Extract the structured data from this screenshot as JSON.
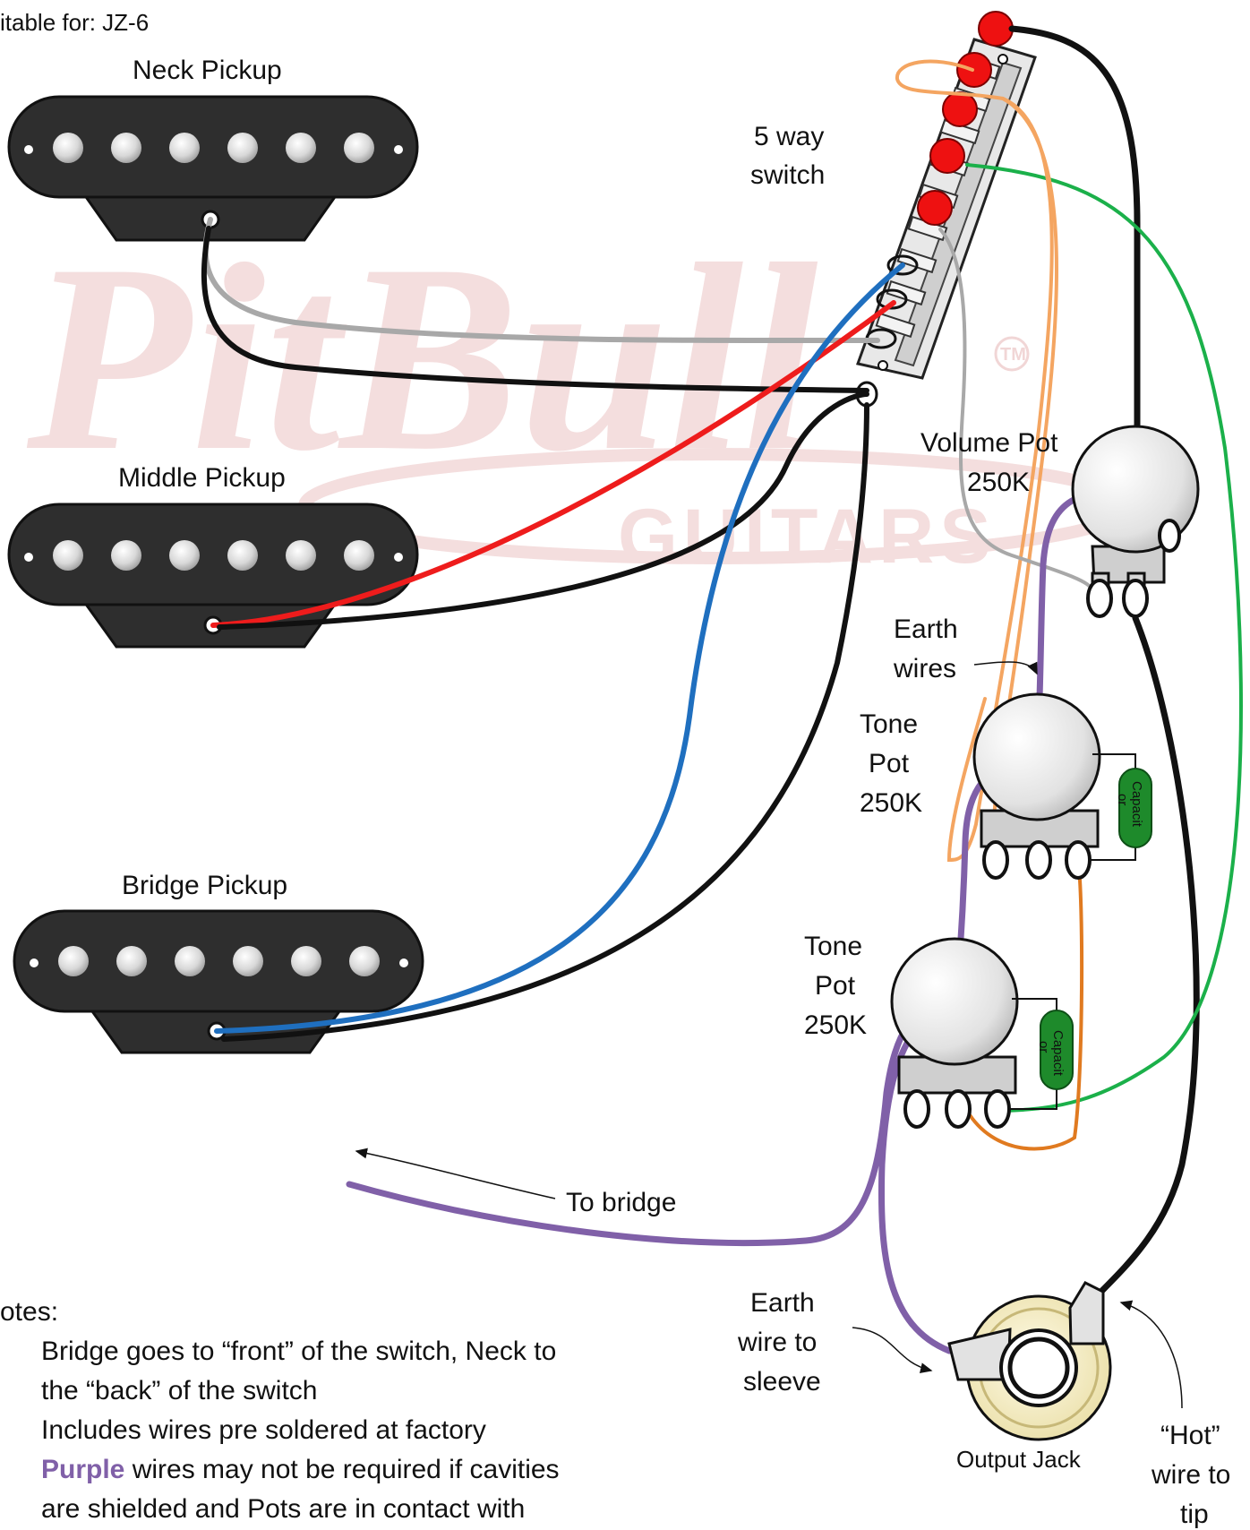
{
  "header": {
    "suitable_for": "itable for: JZ-6"
  },
  "watermark": {
    "brand": "PitBull",
    "sub": "GUITARS",
    "trademark": "TM"
  },
  "pickups": {
    "neck": "Neck Pickup",
    "middle": "Middle Pickup",
    "bridge": "Bridge Pickup"
  },
  "switch": {
    "line1": "5 way",
    "line2": "switch"
  },
  "volume_pot": {
    "line1": "Volume Pot",
    "line2": "250K"
  },
  "tone_pot_1": {
    "line1": "Tone",
    "line2": "Pot",
    "line3": "250K"
  },
  "tone_pot_2": {
    "line1": "Tone",
    "line2": "Pot",
    "line3": "250K"
  },
  "capacitor": {
    "line1": "Capacit",
    "line2": "or"
  },
  "earth_wires": {
    "line1": "Earth",
    "line2": "wires"
  },
  "to_bridge": "To bridge",
  "earth_sleeve": {
    "line1": "Earth",
    "line2": "wire to",
    "line3": "sleeve"
  },
  "output_jack": "Output Jack",
  "hot_wire": {
    "line1": "“Hot”",
    "line2": "wire to",
    "line3": "tip"
  },
  "notes": {
    "title": "otes:",
    "line1": "Bridge goes to “front” of the switch, Neck to",
    "line2": "the “back” of the switch",
    "line3": "Includes wires pre soldered at factory",
    "line4_bold": "Purple",
    "line4_rest": " wires may not be required if cavities",
    "line5": "are shielded and Pots are in contact with"
  },
  "wire_colors": {
    "black": "#111111",
    "grey": "#a8a8a8",
    "red": "#ee1c1c",
    "blue": "#1f6fbf",
    "green": "#1bb04a",
    "orange": "#f4a561",
    "dark_orange": "#e07a20",
    "purple": "#8060a8"
  }
}
